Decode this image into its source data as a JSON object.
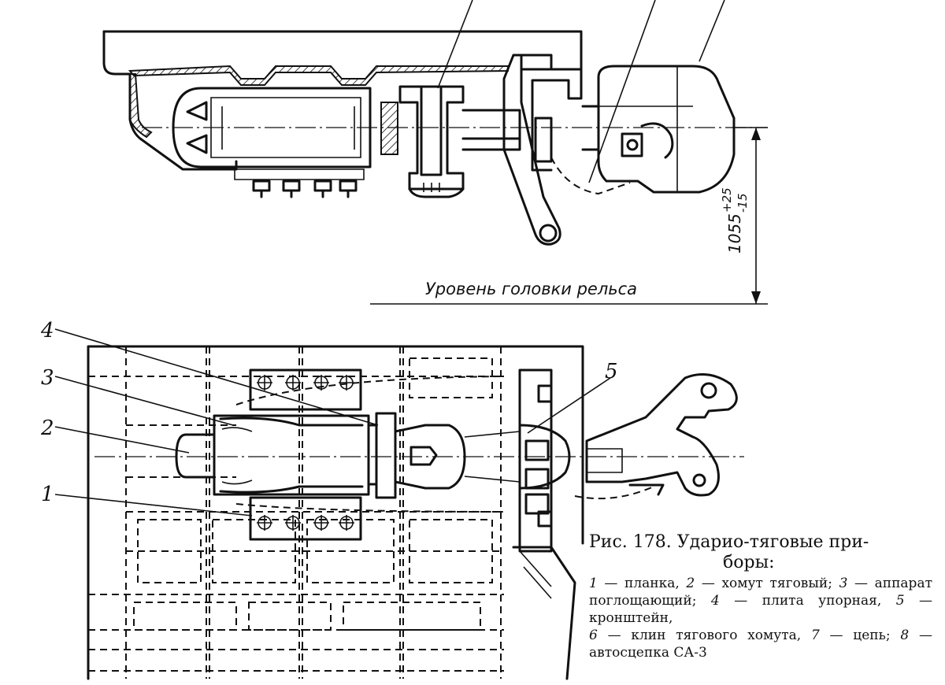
{
  "figure": {
    "caption_title": "Рис. 178. Ударио-тяговые при-",
    "caption_title_cont": "боры:",
    "legend": [
      {
        "num": "1",
        "text": " — планка,  "
      },
      {
        "num": "2",
        "text": " — хомут  тяговый;"
      },
      {
        "num": "3",
        "text": " — аппарат  поглощающий;  "
      },
      {
        "num": "4",
        "text": " — плита упорная, "
      },
      {
        "num": "5",
        "text": " — кронштейн, "
      },
      {
        "num": "6",
        "text": " — клин  тягового  хомута,  "
      },
      {
        "num": "7",
        "text": " — цепь; "
      },
      {
        "num": "8",
        "text": " — автосцепка СА-3"
      }
    ]
  },
  "labels": {
    "rail_level": "Уровень головки рельса",
    "dimension_main": "1055",
    "dimension_upper": "+25",
    "dimension_lower": "-15",
    "callout_1": "1",
    "callout_2": "2",
    "callout_3": "3",
    "callout_4": "4",
    "callout_5": "5"
  }
}
